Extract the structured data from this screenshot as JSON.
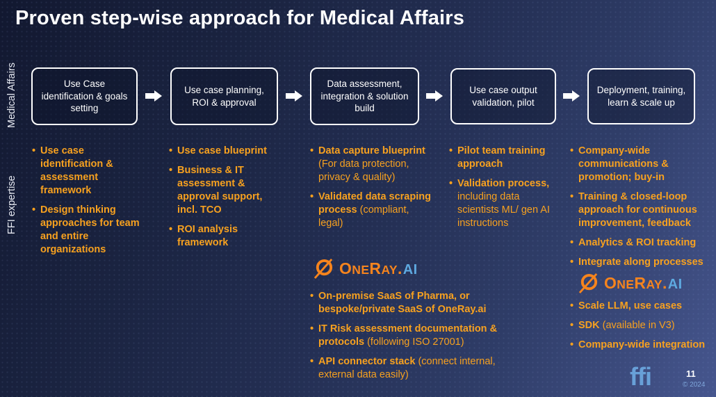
{
  "slide": {
    "title": "Proven step-wise approach for Medical Affairs",
    "page_number": "11",
    "copyright": "© 2024",
    "footer_logo_text": "ffi"
  },
  "row_labels": {
    "medical_affairs": "Medical Affairs",
    "ffi_expertise": "FFI expertise"
  },
  "steps": [
    {
      "label": "Use Case identification & goals setting"
    },
    {
      "label": "Use case planning, ROI & approval"
    },
    {
      "label": "Data assessment, integration & solution build"
    },
    {
      "label": "Use case output validation, pilot"
    },
    {
      "label": "Deployment, training, learn & scale up"
    }
  ],
  "columns": [
    {
      "bullets": [
        [
          {
            "t": "Use case\nidentification &\nassessment\nframework",
            "b": true
          }
        ],
        [
          {
            "t": "Design thinking\napproaches for team\nand entire\norganizations",
            "b": true
          }
        ]
      ]
    },
    {
      "bullets": [
        [
          {
            "t": "Use case blueprint",
            "b": true
          }
        ],
        [
          {
            "t": "Business & IT\nassessment &\napproval support,\nincl. TCO",
            "b": true
          }
        ],
        [
          {
            "t": "ROI analysis\nframework",
            "b": true
          }
        ]
      ]
    },
    {
      "bullets": [
        [
          {
            "t": "Data capture blueprint",
            "b": true
          },
          {
            "t": "\n(For data protection,\nprivacy & quality)",
            "b": false
          }
        ],
        [
          {
            "t": "Validated data scraping\nprocess",
            "b": true
          },
          {
            "t": " (compliant,\nlegal)",
            "b": false
          }
        ]
      ]
    },
    {
      "bullets": [
        [
          {
            "t": "Pilot team training\napproach",
            "b": true
          }
        ],
        [
          {
            "t": "Validation process,",
            "b": true
          },
          {
            "t": "\nincluding data\nscientists ML/ gen AI\ninstructions",
            "b": false
          }
        ]
      ]
    },
    {
      "bullets": [
        [
          {
            "t": "Company-wide\ncommunications &\npromotion; buy-in",
            "b": true
          }
        ],
        [
          {
            "t": "Training & closed-loop\napproach for continuous\nimprovement, feedback",
            "b": true
          }
        ],
        [
          {
            "t": "Analytics & ROI tracking",
            "b": true
          }
        ],
        [
          {
            "t": "Integrate along processes",
            "b": true
          }
        ]
      ]
    }
  ],
  "oneray_logo": {
    "seg1": "O",
    "seg2": "NE",
    "seg3": "R",
    "seg4": "AY",
    "dot": ".",
    "suffix": "AI"
  },
  "oneray_mid_bullets": [
    [
      {
        "t": "On-premise SaaS of Pharma, or\nbespoke/private SaaS of OneRay.ai",
        "b": true
      }
    ],
    [
      {
        "t": "IT Risk assessment documentation &\nprotocols",
        "b": true
      },
      {
        "t": " (following ISO 27001)",
        "b": false
      }
    ],
    [
      {
        "t": "API connector stack",
        "b": true
      },
      {
        "t": " (connect internal,\nexternal data easily)",
        "b": false
      }
    ]
  ],
  "oneray_right_bullets": [
    [
      {
        "t": "Scale LLM, use cases",
        "b": true
      }
    ],
    [
      {
        "t": "SDK",
        "b": true
      },
      {
        "t": " (available in V3)",
        "b": false
      }
    ],
    [
      {
        "t": "Company-wide integration",
        "b": true
      }
    ]
  ],
  "colors": {
    "accent_orange": "#F7A11F",
    "logo_orange": "#F6841D",
    "logo_blue": "#5EA9E0",
    "footer_blue": "#68A0D8",
    "box_border": "#FFFFFF",
    "background_dark": "#121830",
    "background_light": "#46568E"
  }
}
